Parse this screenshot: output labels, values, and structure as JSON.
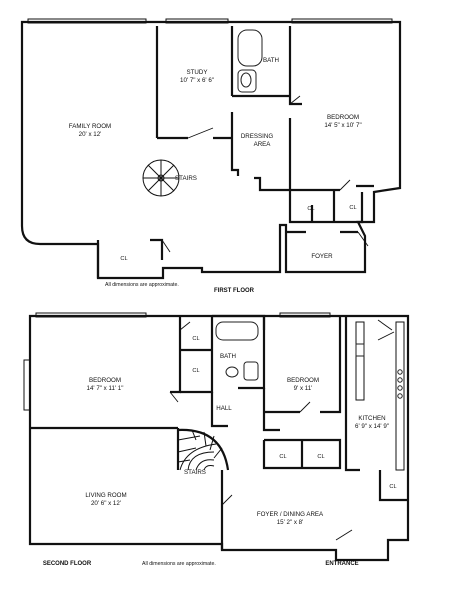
{
  "first_floor": {
    "caption": "FIRST FLOOR",
    "note": "All dimensions are approximate.",
    "rooms": {
      "family_room": {
        "name": "FAMILY ROOM",
        "dims": "20' x 12'"
      },
      "study": {
        "name": "STUDY",
        "dims": "10' 7\" x 6' 6\""
      },
      "bath": {
        "name": "BATH"
      },
      "dressing": {
        "name": "DRESSING",
        "name2": "AREA"
      },
      "bedroom": {
        "name": "BEDROOM",
        "dims": "14' 5\" x 10' 7\""
      },
      "stairs": {
        "name": "STAIRS"
      },
      "cl_left": {
        "name": "CL"
      },
      "cl_mid": {
        "name": "CL"
      },
      "cl_right": {
        "name": "CL"
      },
      "foyer": {
        "name": "FOYER"
      }
    }
  },
  "second_floor": {
    "caption": "SECOND FLOOR",
    "note": "All dimensions are approximate.",
    "entrance": "ENTRANCE",
    "rooms": {
      "bedroom_left": {
        "name": "BEDROOM",
        "dims": "14' 7\" x 11' 1\""
      },
      "cl_top": {
        "name": "CL"
      },
      "cl_mid": {
        "name": "CL"
      },
      "bath": {
        "name": "BATH"
      },
      "hall": {
        "name": "HALL"
      },
      "bedroom_right": {
        "name": "BEDROOM",
        "dims": "9' x 11'"
      },
      "cl_a": {
        "name": "CL"
      },
      "cl_b": {
        "name": "CL"
      },
      "kitchen": {
        "name": "KITCHEN",
        "dims": "6' 9\" x 14' 9\""
      },
      "cl_kitchen": {
        "name": "CL"
      },
      "stairs": {
        "name": "STAIRS"
      },
      "living_room": {
        "name": "LIVING ROOM",
        "dims": "20' 6\" x 12'"
      },
      "foyer_dining": {
        "name": "FOYER / DINING AREA",
        "dims": "15' 2\" x 8'"
      }
    }
  }
}
